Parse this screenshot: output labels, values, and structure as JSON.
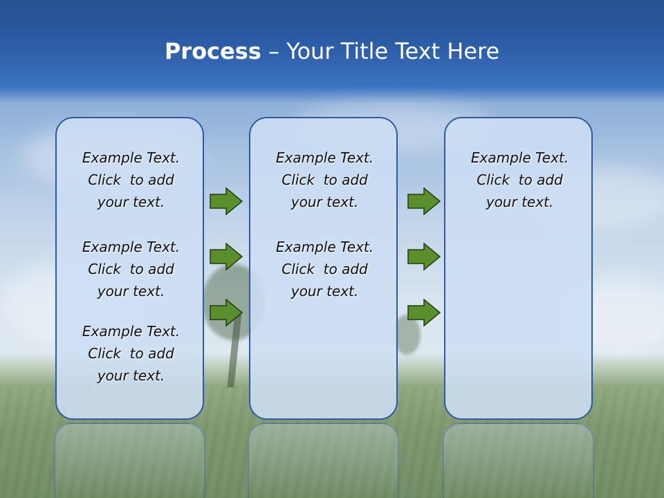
{
  "title": {
    "bold": "Process",
    "rest": "– Your Title Text Here"
  },
  "panels": [
    {
      "blocks": [
        {
          "line1": "Example Text.",
          "line2": "Click  to add",
          "line3": "your text."
        },
        {
          "line1": "Example Text.",
          "line2": "Click  to add",
          "line3": "your text."
        },
        {
          "line1": "Example Text.",
          "line2": "Click  to add",
          "line3": "your text."
        }
      ]
    },
    {
      "blocks": [
        {
          "line1": "Example Text.",
          "line2": "Click  to add",
          "line3": "your text."
        },
        {
          "line1": "Example Text.",
          "line2": "Click  to add",
          "line3": "your text."
        }
      ]
    },
    {
      "blocks": [
        {
          "line1": "Example Text.",
          "line2": "Click  to add",
          "line3": "your text."
        }
      ]
    }
  ],
  "colors": {
    "panel_border": "#2d59a0",
    "arrow_fill": "#5a8f2b",
    "arrow_stroke": "#1f3d10",
    "title": "#ffffff"
  }
}
